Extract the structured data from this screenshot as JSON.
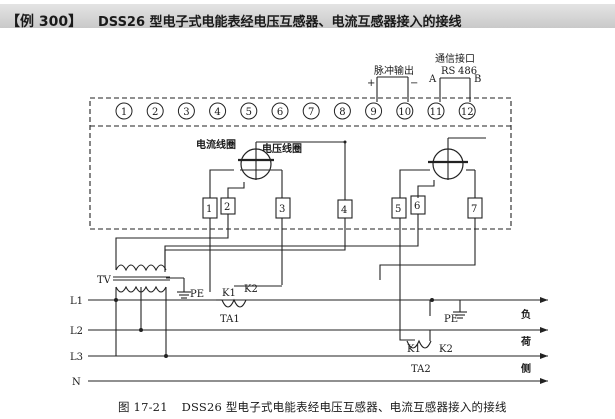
{
  "header": {
    "example_label": "【例 300】",
    "title": "DSS26 型电子式电能表经电压互感器、电流互感器接入的接线"
  },
  "terminals": [
    "1",
    "2",
    "3",
    "4",
    "5",
    "6",
    "7",
    "8",
    "9",
    "10",
    "11",
    "12"
  ],
  "labels": {
    "pulse_output": "脉冲输出",
    "comm_port": "通信接口",
    "rs": "RS",
    "rs_number": "486",
    "a": "A",
    "b": "B",
    "plus": "+",
    "minus": "−",
    "current_coil": "电流线圈",
    "voltage_coil": "电压线圈",
    "tv": "TV",
    "pe1": "PE",
    "pe2": "PE",
    "ta1": "TA1",
    "ta2": "TA2",
    "k1a": "K1",
    "k2a": "K2",
    "k1b": "K1",
    "k2b": "K2",
    "l1": "L1",
    "l2": "L2",
    "l3": "L3",
    "n": "N",
    "load1": "负",
    "load2": "荷",
    "load3": "侧"
  },
  "caption": {
    "number": "图 17-21",
    "text": "DSS26 型电子式电能表经电压互感器、电流互感器接入的接线"
  }
}
